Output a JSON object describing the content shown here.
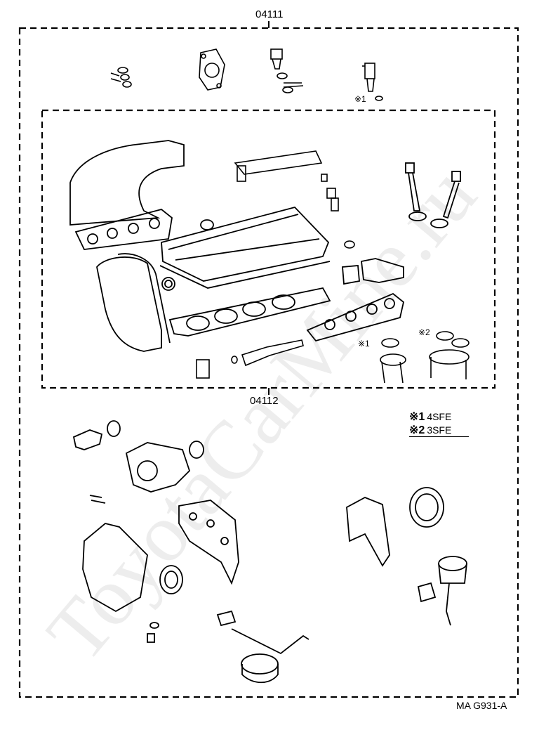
{
  "labels": {
    "top_kit": "04111",
    "inner_kit": "04112",
    "drawing_code": "MA G931-A",
    "note_mark_1": "※1",
    "note_mark_2": "※2"
  },
  "legend": [
    {
      "mark": "※1",
      "text": "4SFE"
    },
    {
      "mark": "※2",
      "text": "3SFE"
    }
  ],
  "watermark": "ToyotaCarMine.ru"
}
